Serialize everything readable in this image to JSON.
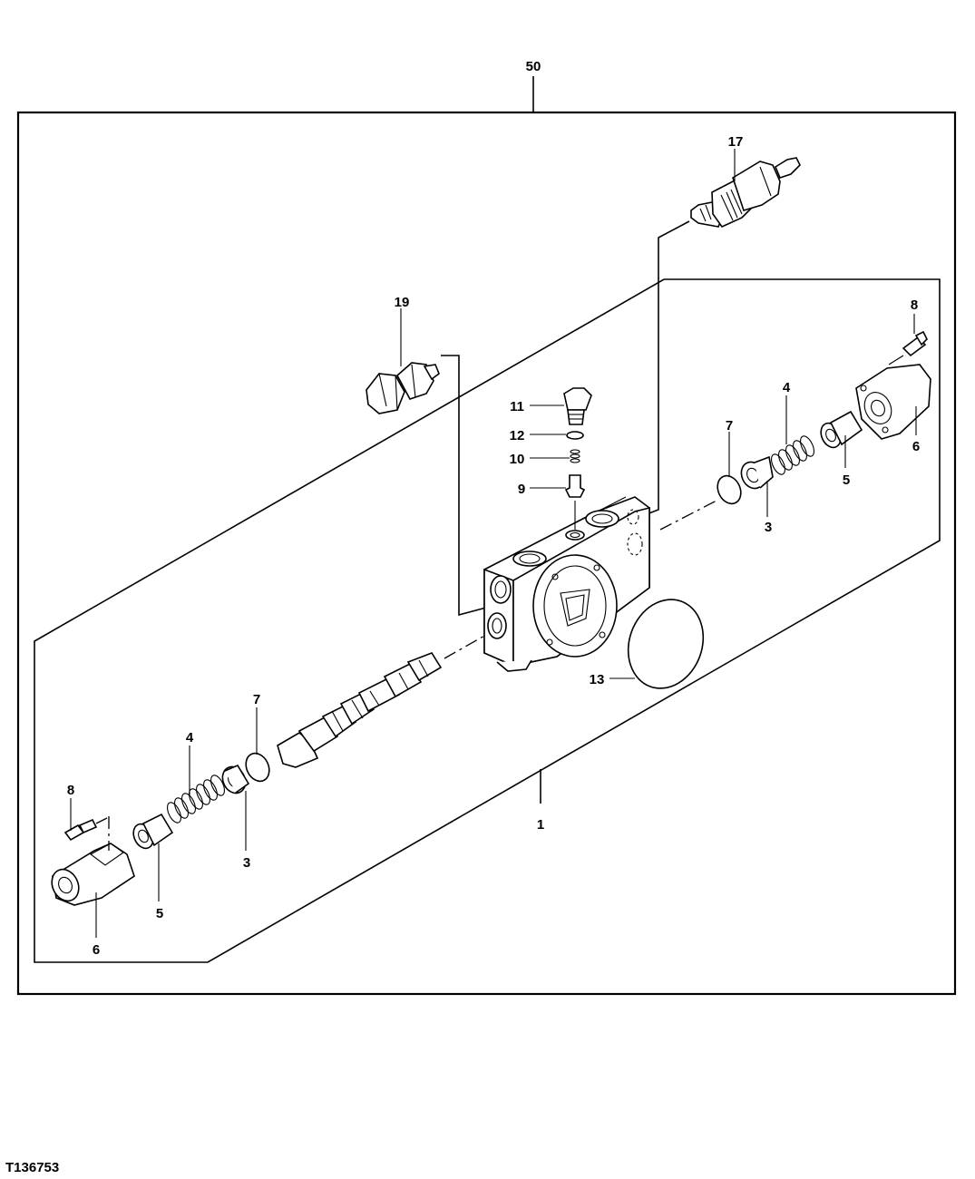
{
  "figure_id": "T136753",
  "callouts": {
    "c50": "50",
    "c17": "17",
    "c19": "19",
    "c8_right": "8",
    "c11": "11",
    "c12": "12",
    "c10": "10",
    "c9": "9",
    "c7_right": "7",
    "c4_right": "4",
    "c6_right": "6",
    "c5_right": "5",
    "c3_right": "3",
    "c13": "13",
    "c7_left": "7",
    "c4_left": "4",
    "c8_left": "8",
    "c3_left": "3",
    "c1": "1",
    "c5_left": "5",
    "c6_left": "6"
  }
}
